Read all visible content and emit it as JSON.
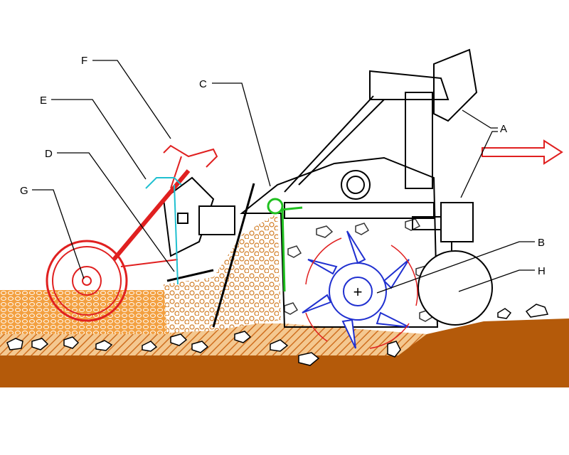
{
  "diagram": {
    "labels": {
      "A": "A",
      "B": "B",
      "C": "C",
      "D": "D",
      "E": "E",
      "F": "F",
      "G": "G",
      "H": "H"
    },
    "rotor_center_mark": "+"
  },
  "colors": {
    "wheel": "#e02020",
    "rotor": "#2030d0",
    "roller_link": "#20c0d0",
    "spring": "#20c020",
    "soil": "#b85c10",
    "fine_soil": "#f0a040",
    "arrows": "#e02020"
  }
}
